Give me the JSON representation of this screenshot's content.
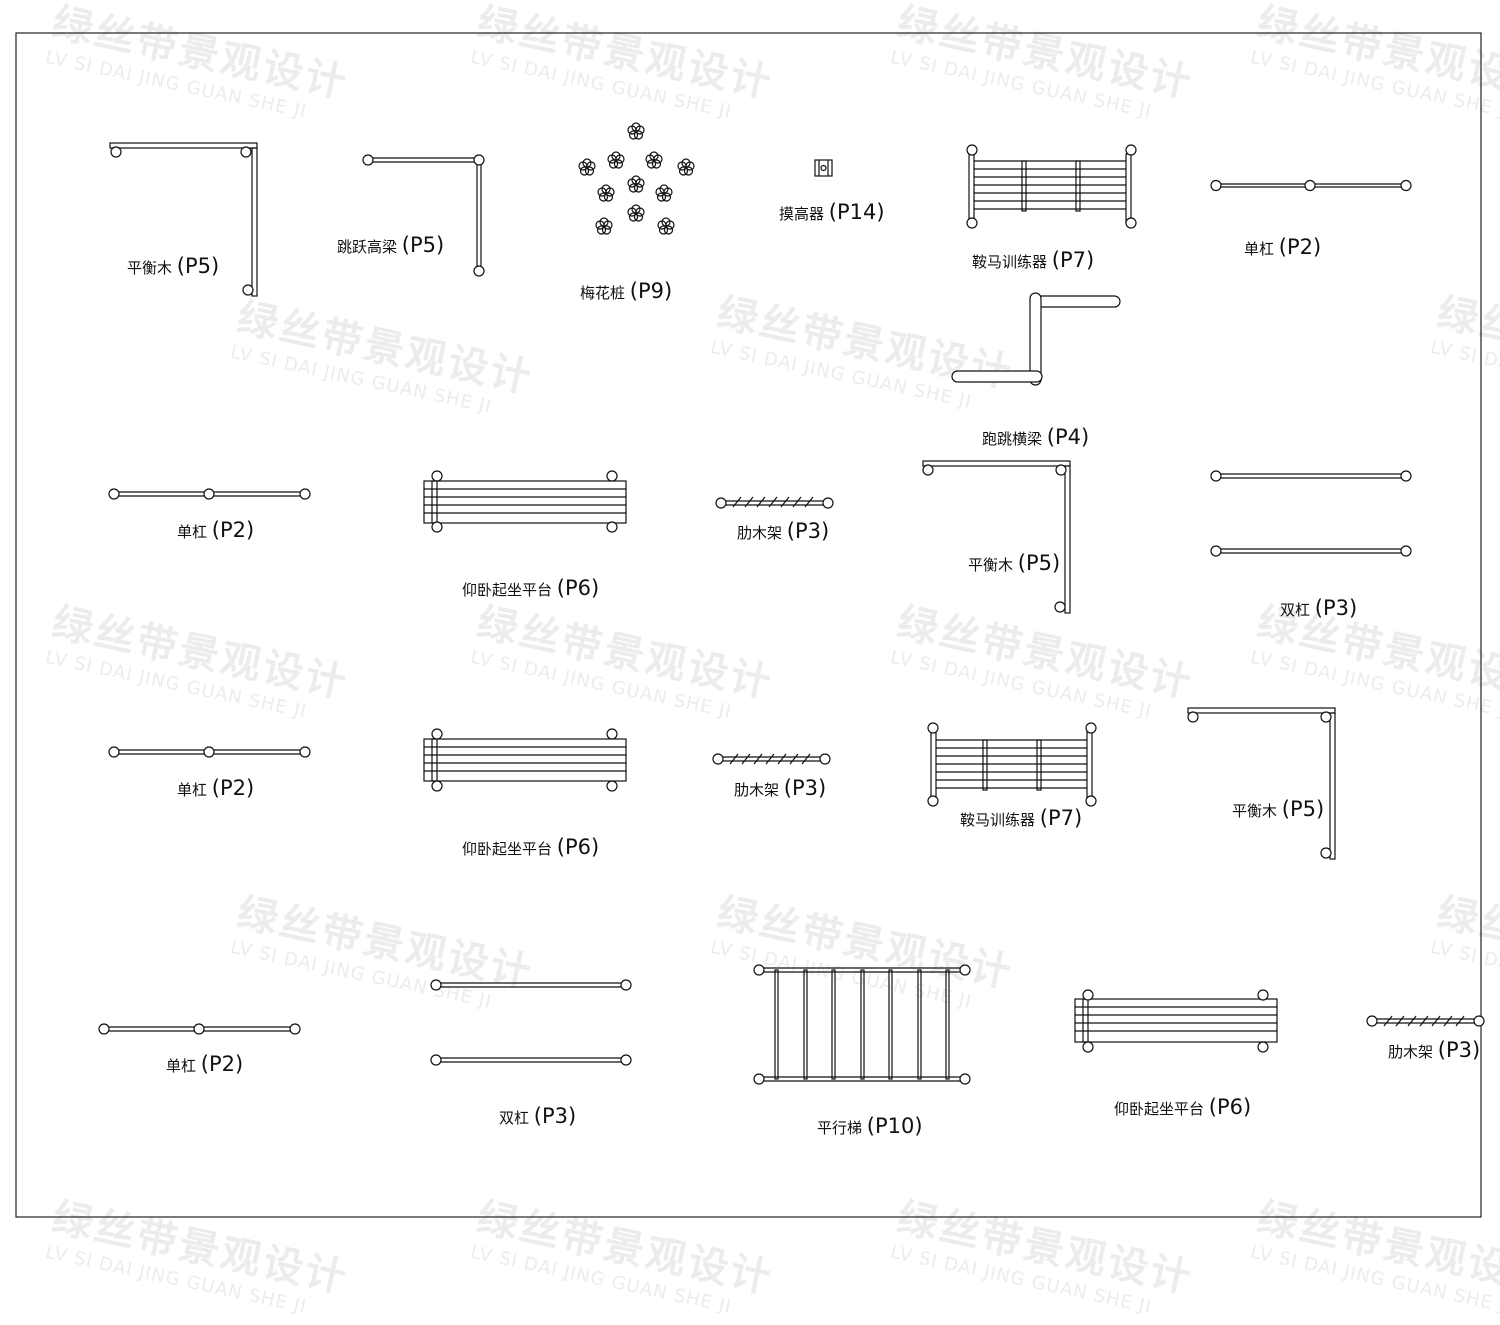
{
  "watermark": {
    "cn": "绿丝带景观设计",
    "en": "LV SI DAI JING GUAN SHE JI"
  },
  "colors": {
    "line": "#111111",
    "frame": "#222222",
    "watermark": "#ececec"
  },
  "labels": {
    "balance_beam_1": {
      "name": "平衡木",
      "code": "(P5)"
    },
    "jump_high_beam": {
      "name": "跳跃高梁",
      "code": "(P5)"
    },
    "plum_piles": {
      "name": "梅花桩",
      "code": "(P9)"
    },
    "reach_high": {
      "name": "摸高器",
      "code": "(P14)"
    },
    "pommel_1": {
      "name": "鞍马训练器",
      "code": "(P7)"
    },
    "single_bar_1": {
      "name": "单杠",
      "code": "(P2)"
    },
    "run_jump_beam": {
      "name": "跑跳横梁",
      "code": "(P4)"
    },
    "single_bar_2": {
      "name": "单杠",
      "code": "(P2)"
    },
    "situp_1": {
      "name": "仰卧起坐平台",
      "code": "(P6)"
    },
    "rib_rack_1": {
      "name": "肋木架",
      "code": "(P3)"
    },
    "balance_beam_2": {
      "name": "平衡木",
      "code": "(P5)"
    },
    "parallel_bars_1": {
      "name": "双杠",
      "code": "(P3)"
    },
    "single_bar_3": {
      "name": "单杠",
      "code": "(P2)"
    },
    "situp_2": {
      "name": "仰卧起坐平台",
      "code": "(P6)"
    },
    "rib_rack_2": {
      "name": "肋木架",
      "code": "(P3)"
    },
    "pommel_2": {
      "name": "鞍马训练器",
      "code": "(P7)"
    },
    "balance_beam_3": {
      "name": "平衡木",
      "code": "(P5)"
    },
    "single_bar_4": {
      "name": "单杠",
      "code": "(P2)"
    },
    "parallel_bars_2": {
      "name": "双杠",
      "code": "(P3)"
    },
    "horizontal_ladder": {
      "name": "平行梯",
      "code": "(P10)"
    },
    "situp_3": {
      "name": "仰卧起坐平台",
      "code": "(P6)"
    },
    "rib_rack_3": {
      "name": "肋木架",
      "code": "(P3)"
    }
  }
}
